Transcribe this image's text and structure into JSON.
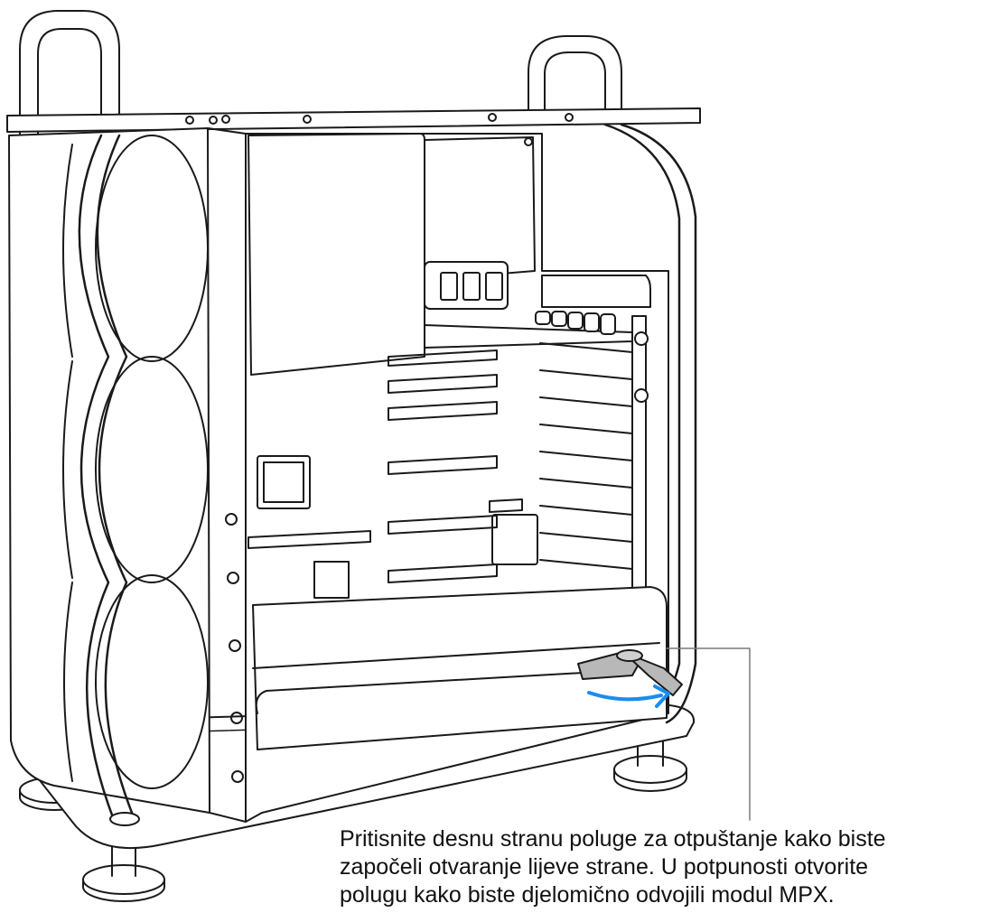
{
  "caption": {
    "line1": "Pritisnite desnu stranu poluge za otpuštanje kako biste",
    "line2": "započeli otvaranje lijeve strane. U potpunosti otvorite",
    "line3": "polugu kako biste djelomično odvojili modul MPX."
  },
  "colors": {
    "line": "#1a1a1a",
    "arrow": "#1a8cf0",
    "lever": "#b8b8b8",
    "callout": "#7a7a7a"
  }
}
